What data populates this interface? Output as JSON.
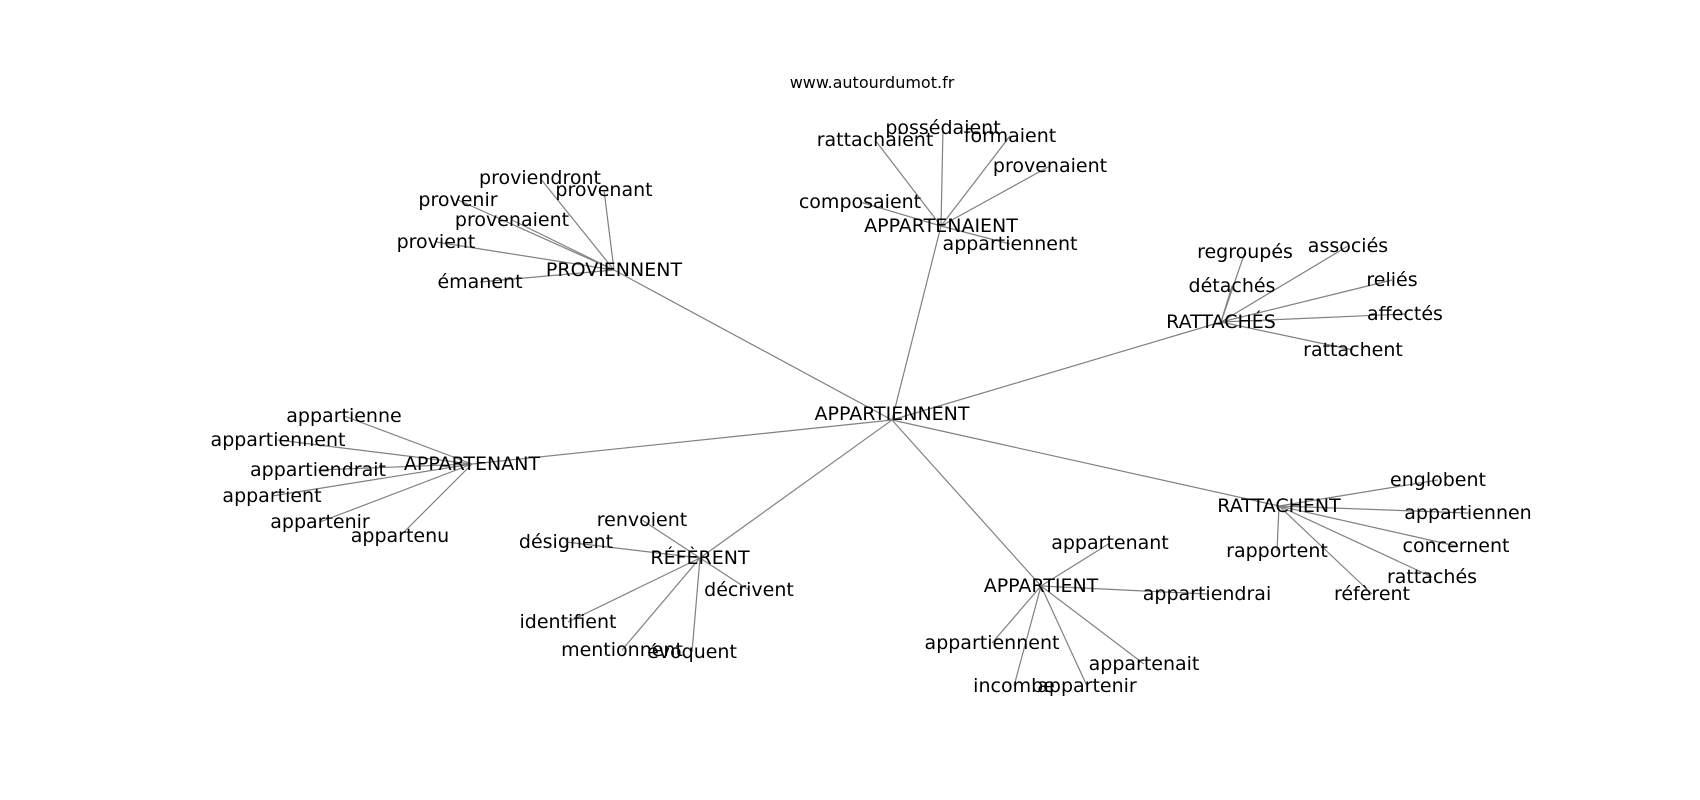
{
  "source": "www.autourdumot.fr",
  "center": "APPARTIENNENT",
  "clusters": [
    {
      "hub": "PROVIENNENT",
      "leaves": [
        "proviendront",
        "provenant",
        "provenir",
        "provenaient",
        "provient",
        "émanent"
      ]
    },
    {
      "hub": "APPARTENAIENT",
      "leaves": [
        "possédaient",
        "formaient",
        "rattachaient",
        "provenaient",
        "composaient",
        "appartiennent"
      ]
    },
    {
      "hub": "RATTACHÉS",
      "leaves": [
        "regroupés",
        "associés",
        "reliés",
        "détachés",
        "affectés",
        "rattachent"
      ]
    },
    {
      "hub": "APPARTENANT",
      "leaves": [
        "appartienne",
        "appartiennent",
        "appartiendrait",
        "appartient",
        "appartenir",
        "appartenu"
      ]
    },
    {
      "hub": "RÉFÈRENT",
      "leaves": [
        "renvoient",
        "désignent",
        "décrivent",
        "identifient",
        "mentionnent",
        "évoquent"
      ]
    },
    {
      "hub": "APPARTIENT",
      "leaves": [
        "appartenant",
        "appartiendrai",
        "appartiennent",
        "appartenait",
        "incombe",
        "appartenir"
      ]
    },
    {
      "hub": "RATTACHENT",
      "leaves": [
        "englobent",
        "appartiennen",
        "concernent",
        "rapportent",
        "rattachés",
        "réfèrent"
      ]
    }
  ]
}
